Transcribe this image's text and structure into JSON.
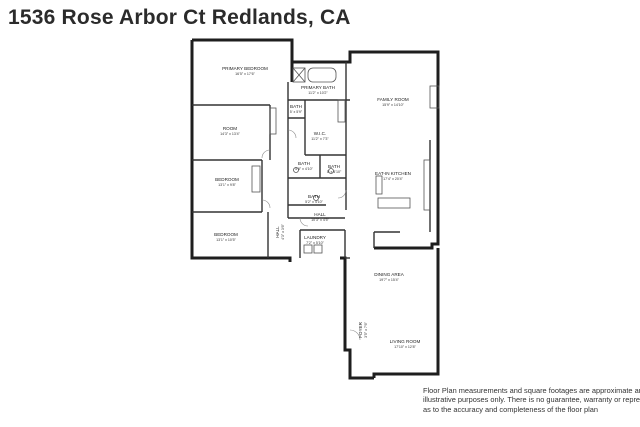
{
  "title": "1536 Rose Arbor Ct Redlands, CA",
  "rooms": [
    {
      "name": "PRIMARY BEDROOM",
      "dims": "16'5\" x 17'6\""
    },
    {
      "name": "PRIMARY BATH",
      "dims": "11'2\" x 10'2\""
    },
    {
      "name": "BATH",
      "dims": "5' x 5'9\""
    },
    {
      "name": "W.I.C.",
      "dims": "11'2\" x 7'3\""
    },
    {
      "name": "ROOM",
      "dims": "14'3\" x 13'4\""
    },
    {
      "name": "FAMILY ROOM",
      "dims": "15'9\" x 14'10\""
    },
    {
      "name": "BATH",
      "dims": "5'8\" x 4'10\""
    },
    {
      "name": "BATH",
      "dims": "5' x 4'10\""
    },
    {
      "name": "EAT-IN KITCHEN",
      "dims": "17'4\" x 20'4\""
    },
    {
      "name": "BEDROOM",
      "dims": "13'1\" x 9'8\""
    },
    {
      "name": "BATH",
      "dims": "5'2\" x 4'10\""
    },
    {
      "name": "HALL",
      "dims": "10'3\" x 4'5\""
    },
    {
      "name": "HALL",
      "dims": "4'3\" x 3'6\""
    },
    {
      "name": "BEDROOM",
      "dims": "13'1\" x 10'5\""
    },
    {
      "name": "LAUNDRY",
      "dims": "7'2\" x 5'10\""
    },
    {
      "name": "DINING AREA",
      "dims": "19'7\" x 15'4\""
    },
    {
      "name": "FOYER",
      "dims": "3'5\" x 7'6\""
    },
    {
      "name": "LIVING ROOM",
      "dims": "17'10\" x 12'8\""
    }
  ],
  "disclaimer": [
    "Floor Plan measurements and square footages are approximate and are for",
    "illustrative purposes only. There is no guarantee, warranty or representation",
    "as to the accuracy and completeness of the floor plan"
  ]
}
